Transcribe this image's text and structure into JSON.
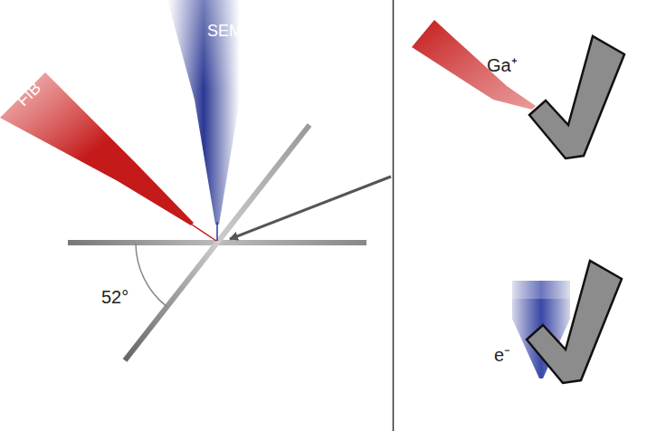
{
  "diagram": {
    "labels": [
      "SEM",
      "FIB",
      "52°",
      "Ga⁺",
      "e⁻"
    ]
  }
}
